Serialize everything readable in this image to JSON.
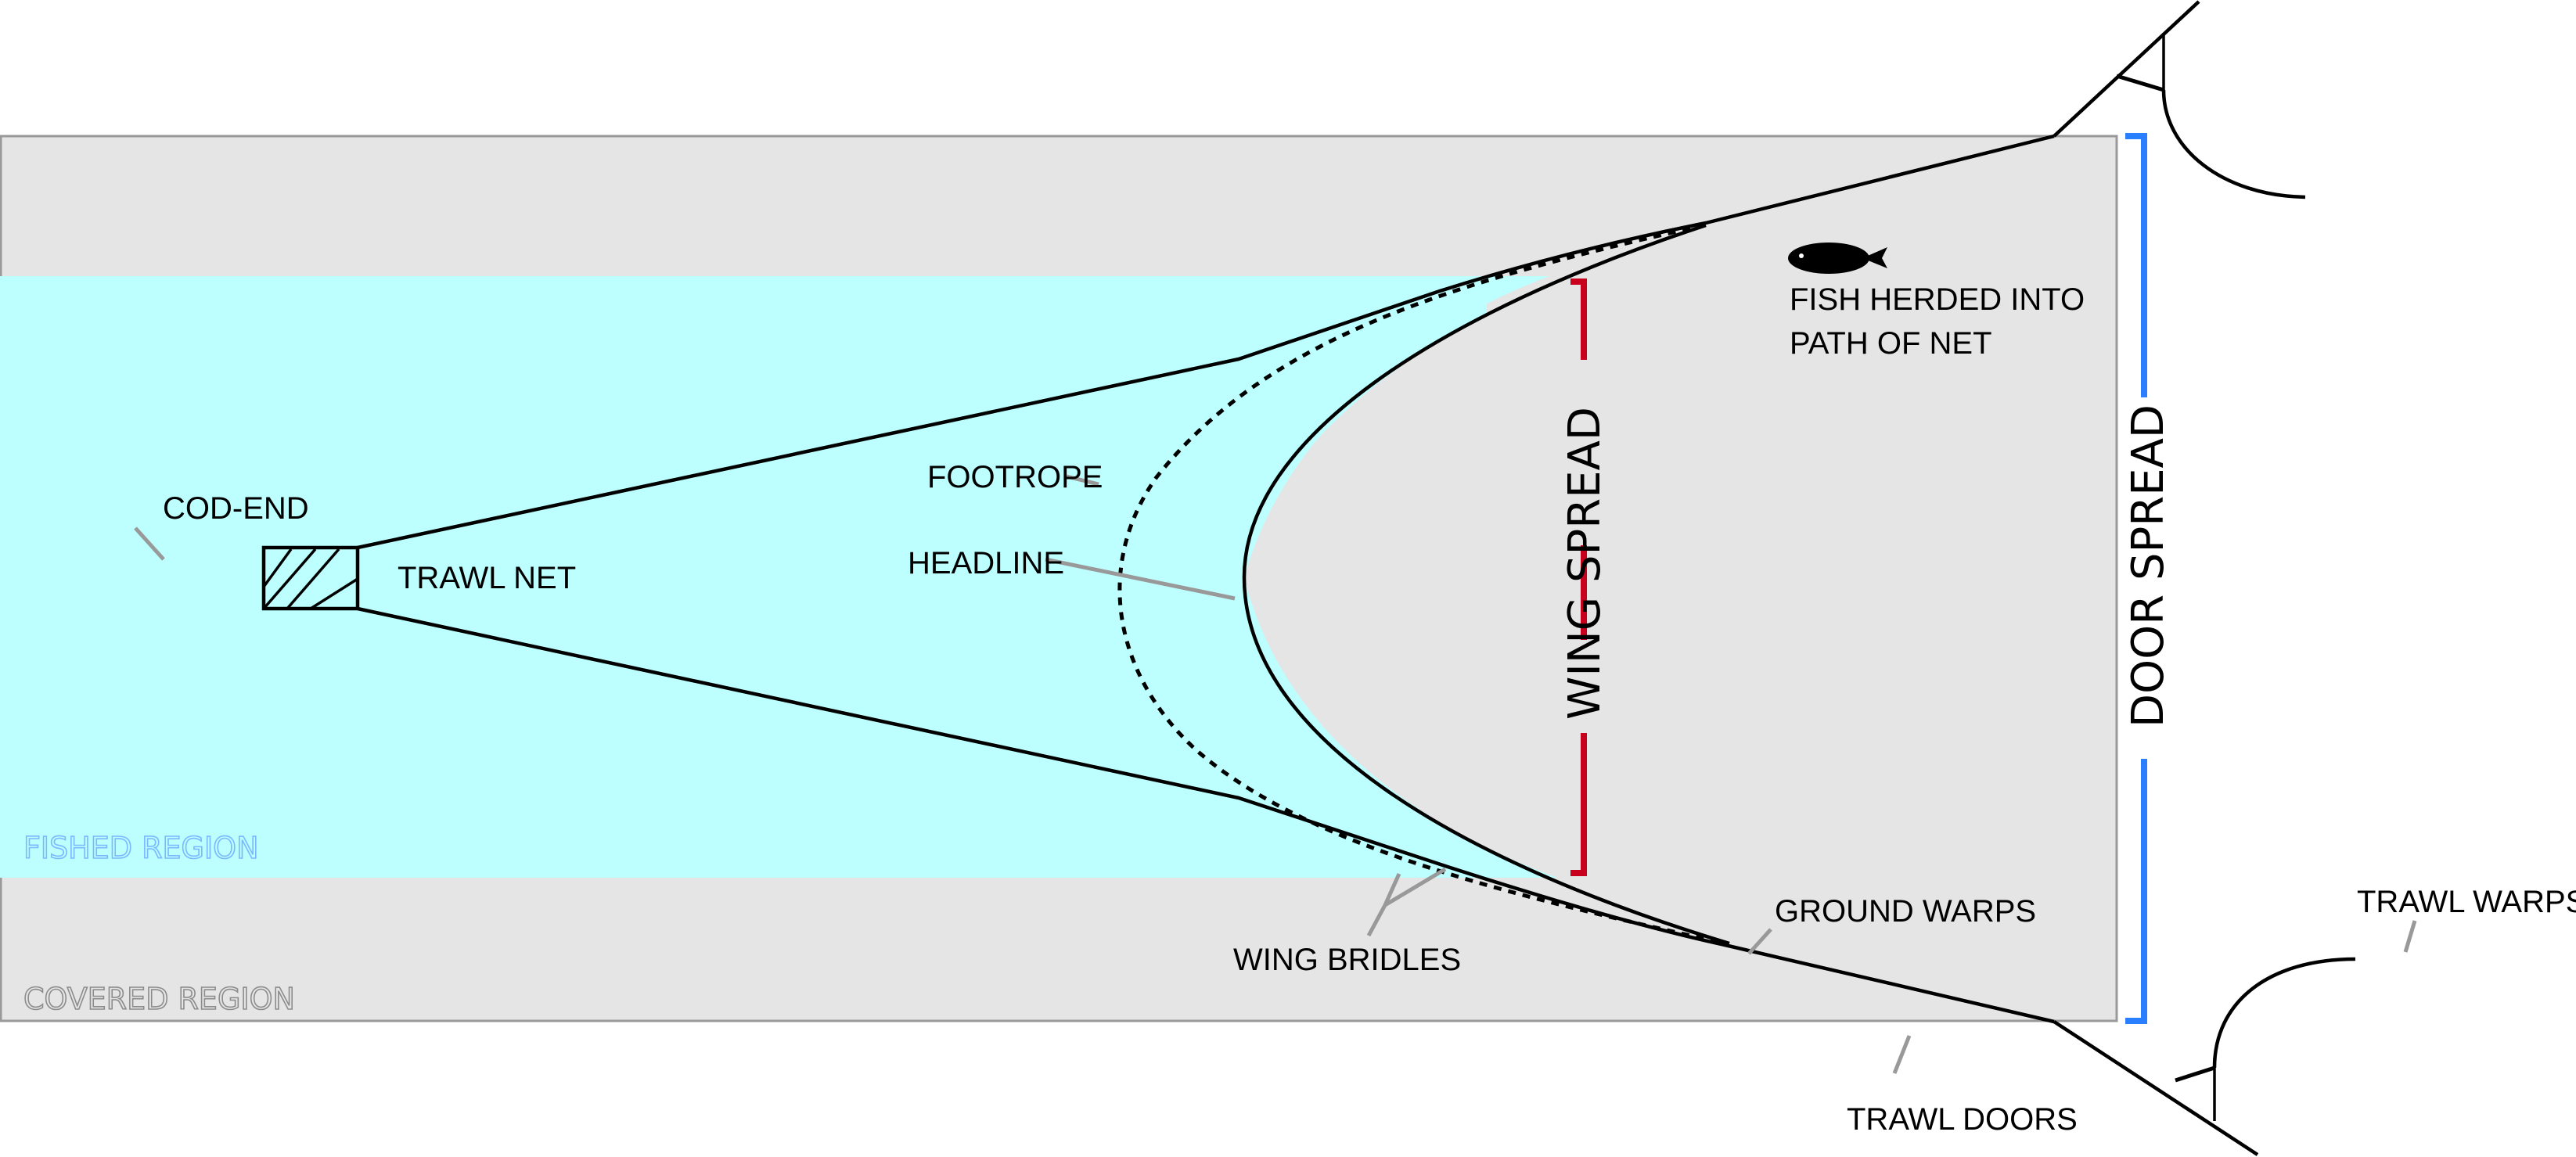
{
  "diagram": {
    "title": "Bottom trawl schematic: wing spread vs. door spread",
    "regions": {
      "fished": {
        "label": "FISHED REGION",
        "color": "#bdffff",
        "text_color": "#7ab8ff"
      },
      "covered": {
        "label": "COVERED REGION",
        "color": "#e5e5e5",
        "text_color": "#8c8c8c",
        "border_color": "#999999"
      }
    },
    "labels": {
      "cod_end": "COD-END",
      "trawl_net": "TRAWL NET",
      "footrope": "FOOTROPE",
      "headline": "HEADLINE",
      "wing_bridles": "WING BRIDLES",
      "ground_warps": "GROUND WARPS",
      "trawl_warps": "TRAWL WARPS",
      "trawl_doors": "TRAWL DOORS",
      "fish_line1": "FISH HERDED INTO",
      "fish_line2": "PATH OF NET"
    },
    "measurements": {
      "wing_spread": {
        "label": "WING SPREAD",
        "color": "#c8001e"
      },
      "door_spread": {
        "label": "DOOR SPREAD",
        "color": "#2a7fff"
      }
    },
    "icons": {
      "fish": "fish-icon"
    },
    "colors": {
      "line": "#000000",
      "leader": "#999999",
      "background": "#ffffff"
    }
  }
}
